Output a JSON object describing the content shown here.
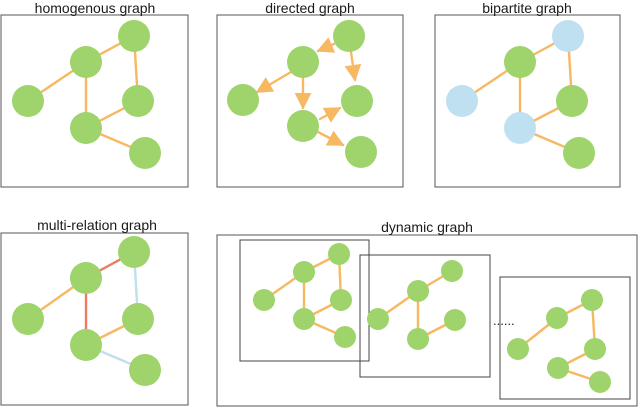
{
  "colors": {
    "node_green": "#9ed46b",
    "node_blue": "#bfe0f1",
    "edge_orange": "#f7b862",
    "edge_red": "#e97d62",
    "edge_lightblue": "#bfe0ec",
    "frame": "#555555"
  },
  "panels": {
    "homogenous": {
      "title": "homogenous graph"
    },
    "directed": {
      "title": "directed graph"
    },
    "bipartite": {
      "title": "bipartite graph"
    },
    "multirelation": {
      "title": "multi-relation graph"
    },
    "dynamic": {
      "title": "dynamic  graph",
      "ellipsis": "......"
    }
  }
}
